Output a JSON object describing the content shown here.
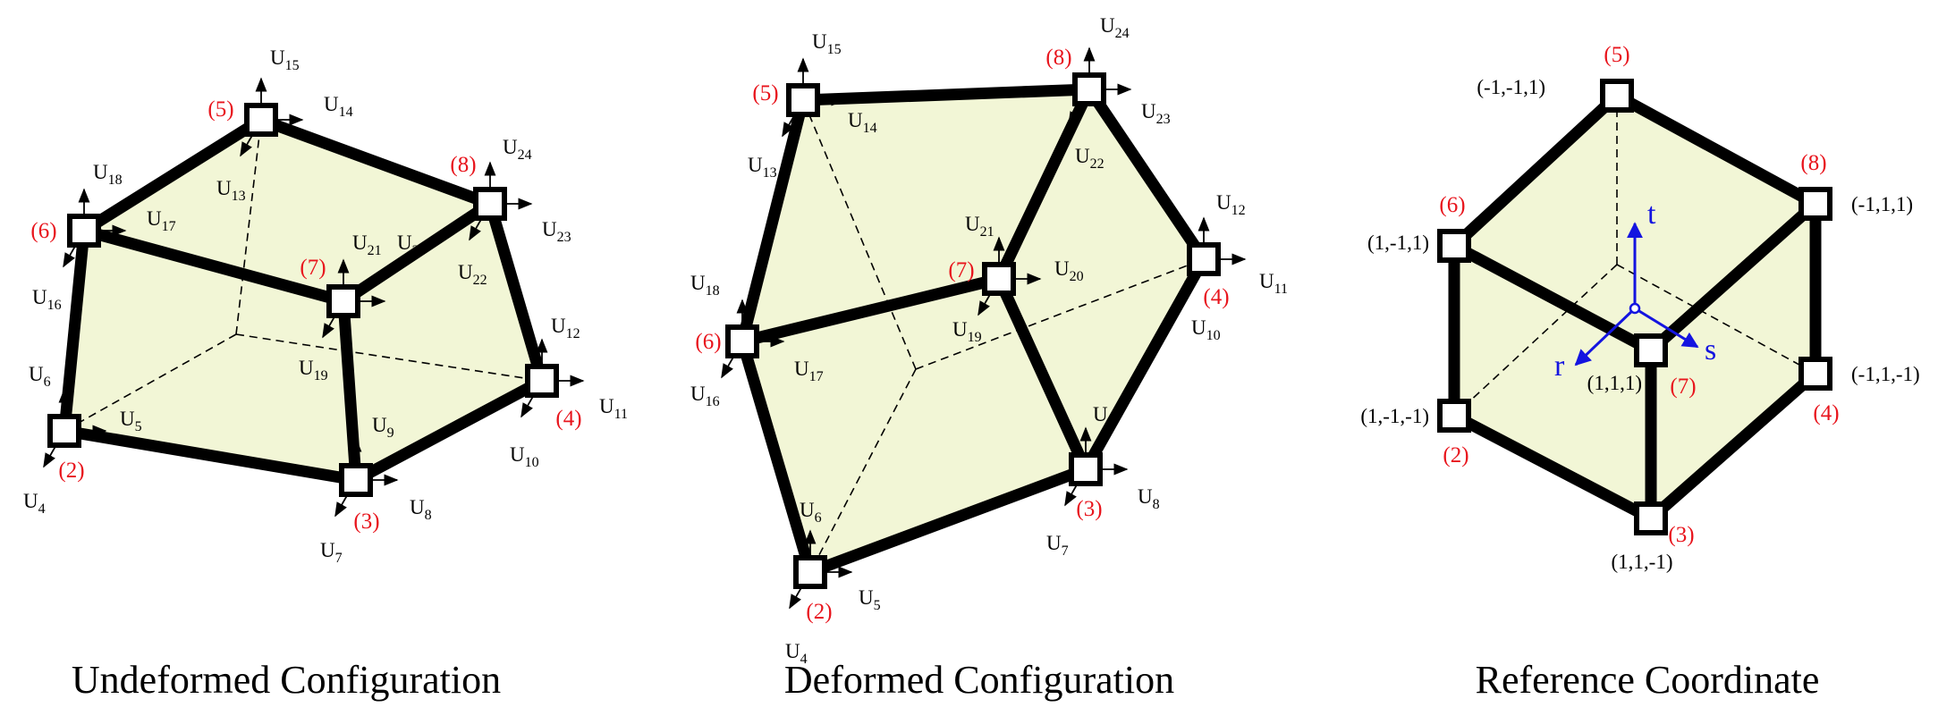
{
  "captions": {
    "undeformed": "Undeformed Configuration",
    "deformed": "Deformed Configuration",
    "reference": "Reference Coordinate"
  },
  "colors": {
    "face_fill": "#f2f6d6",
    "node_label": "#e8141c",
    "axis": "#1414e0",
    "edge": "#000000"
  },
  "undeformed": {
    "nodes": [
      {
        "id": "(5)",
        "dofs": [
          "U13",
          "U14",
          "U15"
        ]
      },
      {
        "id": "(6)",
        "dofs": [
          "U16",
          "U17",
          "U18"
        ]
      },
      {
        "id": "(7)",
        "dofs": [
          "U19",
          "U20",
          "U21"
        ]
      },
      {
        "id": "(8)",
        "dofs": [
          "U22",
          "U23",
          "U24"
        ]
      },
      {
        "id": "(2)",
        "dofs": [
          "U4",
          "U5",
          "U6"
        ]
      },
      {
        "id": "(3)",
        "dofs": [
          "U7",
          "U8",
          "U9"
        ]
      },
      {
        "id": "(4)",
        "dofs": [
          "U10",
          "U11",
          "U12"
        ]
      }
    ]
  },
  "deformed": {
    "nodes": [
      {
        "id": "(5)",
        "dofs": [
          "U13",
          "U14",
          "U15"
        ]
      },
      {
        "id": "(6)",
        "dofs": [
          "U16",
          "U17",
          "U18"
        ]
      },
      {
        "id": "(7)",
        "dofs": [
          "U19",
          "U20",
          "U21"
        ]
      },
      {
        "id": "(8)",
        "dofs": [
          "U22",
          "U23",
          "U24"
        ]
      },
      {
        "id": "(2)",
        "dofs": [
          "U4",
          "U5",
          "U6"
        ]
      },
      {
        "id": "(3)",
        "dofs": [
          "U7",
          "U8",
          "U9"
        ]
      },
      {
        "id": "(4)",
        "dofs": [
          "U10",
          "U11",
          "U12"
        ]
      }
    ]
  },
  "reference": {
    "axes": [
      "t",
      "r",
      "s"
    ],
    "nodes": [
      {
        "id": "(5)",
        "coord": "(-1,-1,1)"
      },
      {
        "id": "(8)",
        "coord": "(-1,1,1)"
      },
      {
        "id": "(6)",
        "coord": "(1,-1,1)"
      },
      {
        "id": "(4)",
        "coord": "(-1,1,-1)"
      },
      {
        "id": "(2)",
        "coord": "(1,-1,-1)"
      },
      {
        "id": "(7)",
        "coord": "(1,1,1)"
      },
      {
        "id": "(3)",
        "coord": "(1,1,-1)"
      }
    ]
  }
}
